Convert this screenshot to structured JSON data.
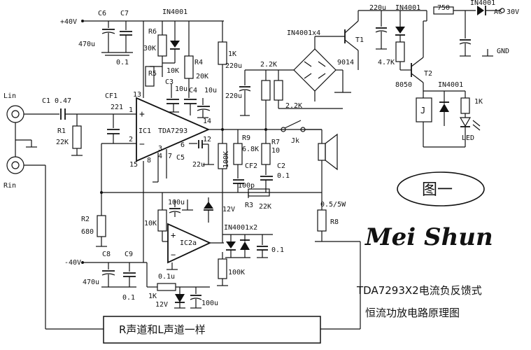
{
  "rails": {
    "pos": "+40V",
    "neg": "-40V",
    "ac": "AC 30V",
    "gnd": "GND"
  },
  "inputs": {
    "left": "Lin",
    "right": "Rin"
  },
  "components": {
    "C6": "C6",
    "C6v": "470u",
    "C7": "C7",
    "C7v": "0.1",
    "D_top": "IN4001",
    "R6": "R6",
    "R6v": "30K",
    "R5": "R5",
    "R5v": "10K",
    "C3": "C3",
    "C3v": "10u",
    "R4": "R4",
    "R4v": "20K",
    "C4": "C4",
    "C4v": "10u",
    "R1k_top": "1K",
    "C1": "C1",
    "C1v": "0.47",
    "R1": "R1",
    "R1v": "22K",
    "CF1": "CF1",
    "CF1v": "221",
    "IC1": "IC1",
    "IC1t": "TDA7293",
    "C5": "C5",
    "C5v": "22u",
    "R2": "R2",
    "R2v": "680",
    "C8": "C8",
    "C8v": "470u",
    "C9": "C9",
    "C9v": "0.1",
    "C_220a": "220u",
    "R_22a": "2.2K",
    "C_220b": "220u",
    "R_22b": "2.2K",
    "bridge": "IN4001x4",
    "T1": "T1",
    "T1t": "9014",
    "C_220c": "220u",
    "D_relay_top": "IN4001",
    "R_750": "750",
    "D_ac": "IN4001",
    "R_47k": "4.7K",
    "T2": "T2",
    "T2t": "8050",
    "D_relay": "IN4001",
    "relay": "J",
    "R_1k_led": "1K",
    "led": "LED",
    "R9": "R9",
    "R9v": "6.8K",
    "R7": "R7",
    "R7v": "10",
    "R_100k_out": "100K",
    "CF2": "CF2",
    "CF2v": "100p",
    "C2": "C2",
    "C2v": "0.1",
    "Jk": "Jk",
    "R3": "R3",
    "R3v": "22K",
    "R8": "R8",
    "R8v": "0.5/5W",
    "C_100u_a": "100u",
    "R_10k_ic2": "10K",
    "zener_12": "12V",
    "IC2": "IC2a",
    "C_01_ic2": "0.1u",
    "D_ic2x2": "IN4001x2",
    "C_01_b": "0.1",
    "R_100k_b": "100K",
    "R_1k_b": "1K",
    "zener_12b": "12V",
    "C_100u_b": "100u",
    "pins": [
      "13",
      "1",
      "2",
      "15",
      "3",
      "4",
      "8",
      "7",
      "6",
      "14",
      "12"
    ]
  },
  "box_label": "R声道和L声道一样",
  "fig_label": "图一",
  "brand": "Mei Shun",
  "title_line1": "TDA7293X2电流负反馈式",
  "title_line2": "恒流功放电路原理图"
}
